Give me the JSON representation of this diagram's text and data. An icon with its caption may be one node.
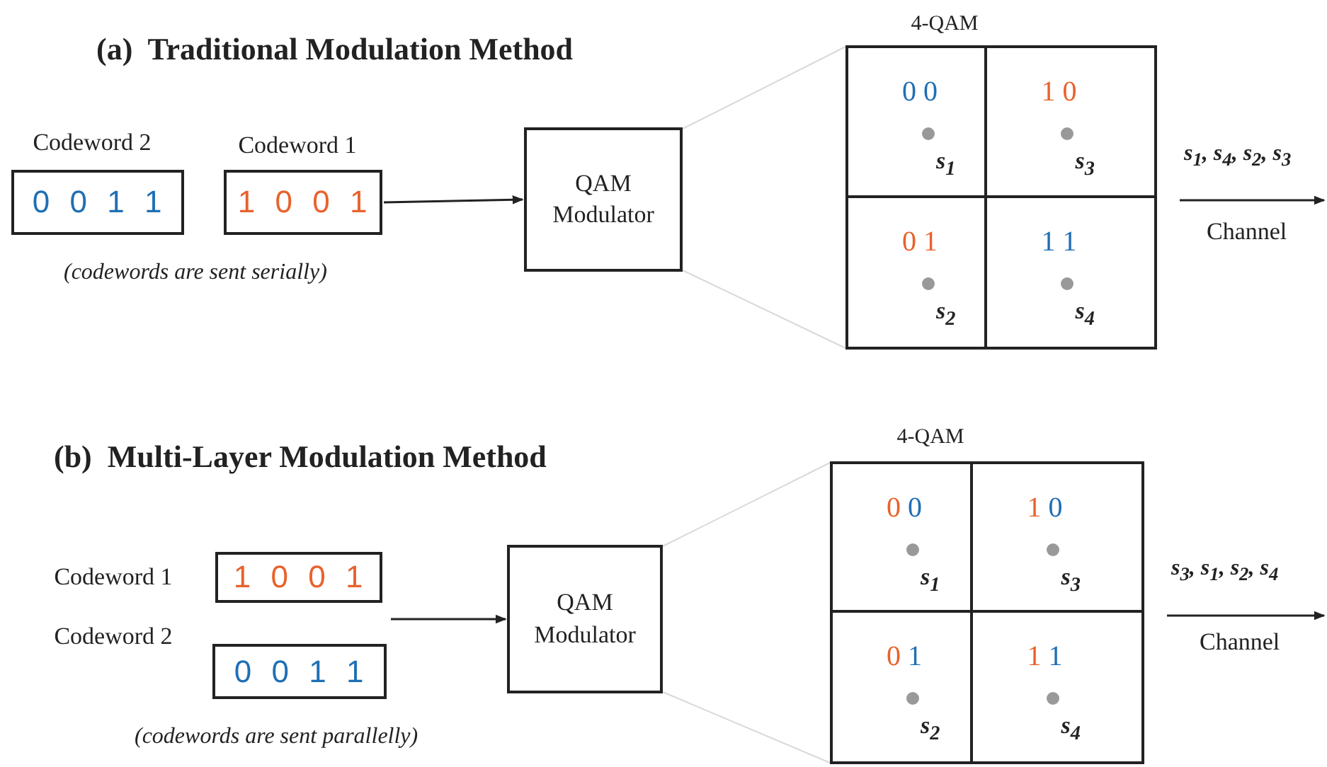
{
  "diagram": {
    "nodes": [
      {
        "text": [
          "Codeword 2",
          "0 0 1 1"
        ]
      },
      {
        "text": [
          "Codeword 1",
          "1 0 0 1"
        ]
      },
      {
        "text": [
          "QAM Modulator"
        ]
      },
      {
        "text": [
          "4-QAM"
        ]
      },
      {
        "text": [
          "0 0",
          "s$_{1}$"
        ],
        "in": 3
      },
      {
        "text": [
          "1 0",
          "s$_{3}$"
        ],
        "in": 3
      },
      {
        "text": [
          "0 1",
          "s$_{2}$"
        ],
        "in": 3
      },
      {
        "text": [
          "1 1",
          "s$_{4}$"
        ],
        "in": 3
      },
      {
        "text": [
          "Codeword 1",
          "1 0 0 1"
        ]
      },
      {
        "text": [
          "Codeword 2",
          "0 0 1 1"
        ]
      },
      {
        "text": [
          "QAM Modulator"
        ]
      },
      {
        "text": [
          "4-QAM"
        ]
      },
      {
        "text": [
          "0 0",
          "s$_{1}$"
        ],
        "in": 11
      },
      {
        "text": [
          "1 0",
          "s$_{3}$"
        ],
        "in": 11
      },
      {
        "text": [
          "0 1",
          "s$_{2}$"
        ],
        "in": 11
      },
      {
        "text": [
          "1 1",
          "s$_{4}$"
        ],
        "in": 11
      }
    ],
    "edges": [
      {
        "from": 1,
        "to": 2,
        "arrow": "to"
      },
      {
        "from": 2,
        "to": 3,
        "arrow": "none",
        "color": "#d9d9d9"
      },
      {
        "from": 2,
        "to": 3,
        "arrow": "none",
        "color": "#d9d9d9"
      },
      {
        "from": 3,
        "to": null,
        "arrow": "to",
        "label": "s$_{1}$, s$_{4}$, s$_{2}$, s$_{3}$"
      },
      {
        "from": null,
        "to": 10,
        "arrow": "to"
      },
      {
        "from": 10,
        "to": 11,
        "arrow": "none",
        "color": "#d9d9d9"
      },
      {
        "from": 10,
        "to": 11,
        "arrow": "none",
        "color": "#d9d9d9"
      },
      {
        "from": 11,
        "to": null,
        "arrow": "to",
        "label": "s$_{3}$, s$_{1}$, s$_{2}$, s$_{4}$"
      }
    ],
    "labels": [
      "(a)  Traditional Modulation Method",
      "(codewords are sent serially)",
      "Channel",
      "(b)  Multi-Layer Modulation Method",
      "(codewords are sent parallelly)",
      "Channel"
    ]
  }
}
